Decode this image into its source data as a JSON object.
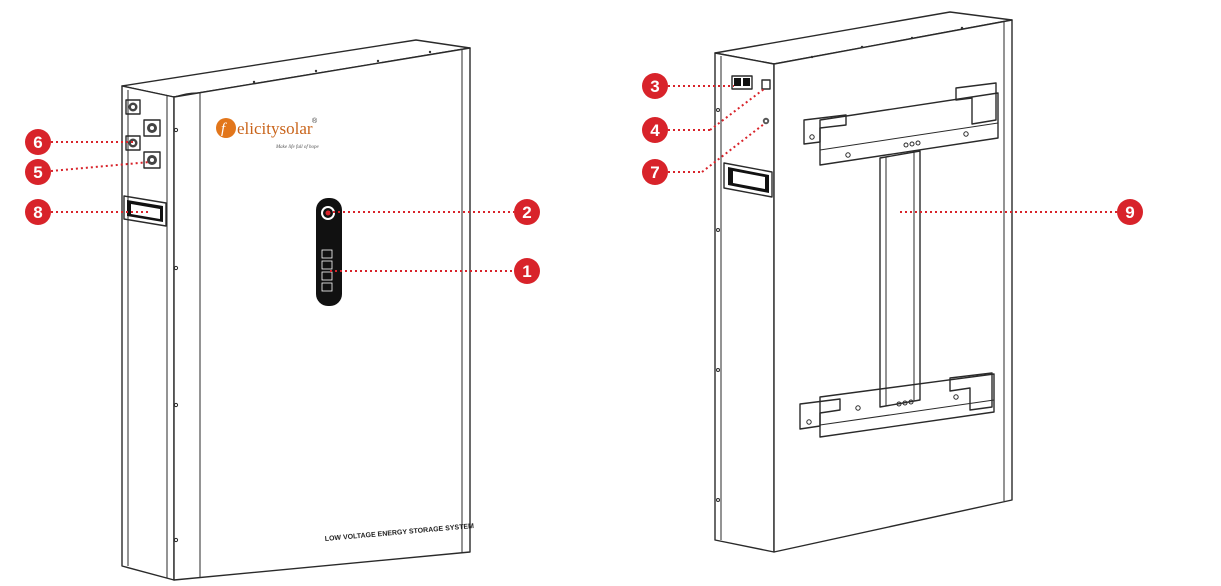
{
  "product": {
    "brand_name": "elicitysolar",
    "brand_initial": "f",
    "brand_registered": "®",
    "tagline": "Make life full of hope",
    "system_name": "LOW VOLTAGE ENERGY STORAGE SYSTEM"
  },
  "callouts": {
    "c1": "1",
    "c2": "2",
    "c3": "3",
    "c4": "4",
    "c5": "5",
    "c6": "6",
    "c7": "7",
    "c8": "8",
    "c9": "9"
  },
  "colors": {
    "callout": "#d8232a",
    "brand": "#e2761b",
    "outline": "#2a2a2a"
  }
}
